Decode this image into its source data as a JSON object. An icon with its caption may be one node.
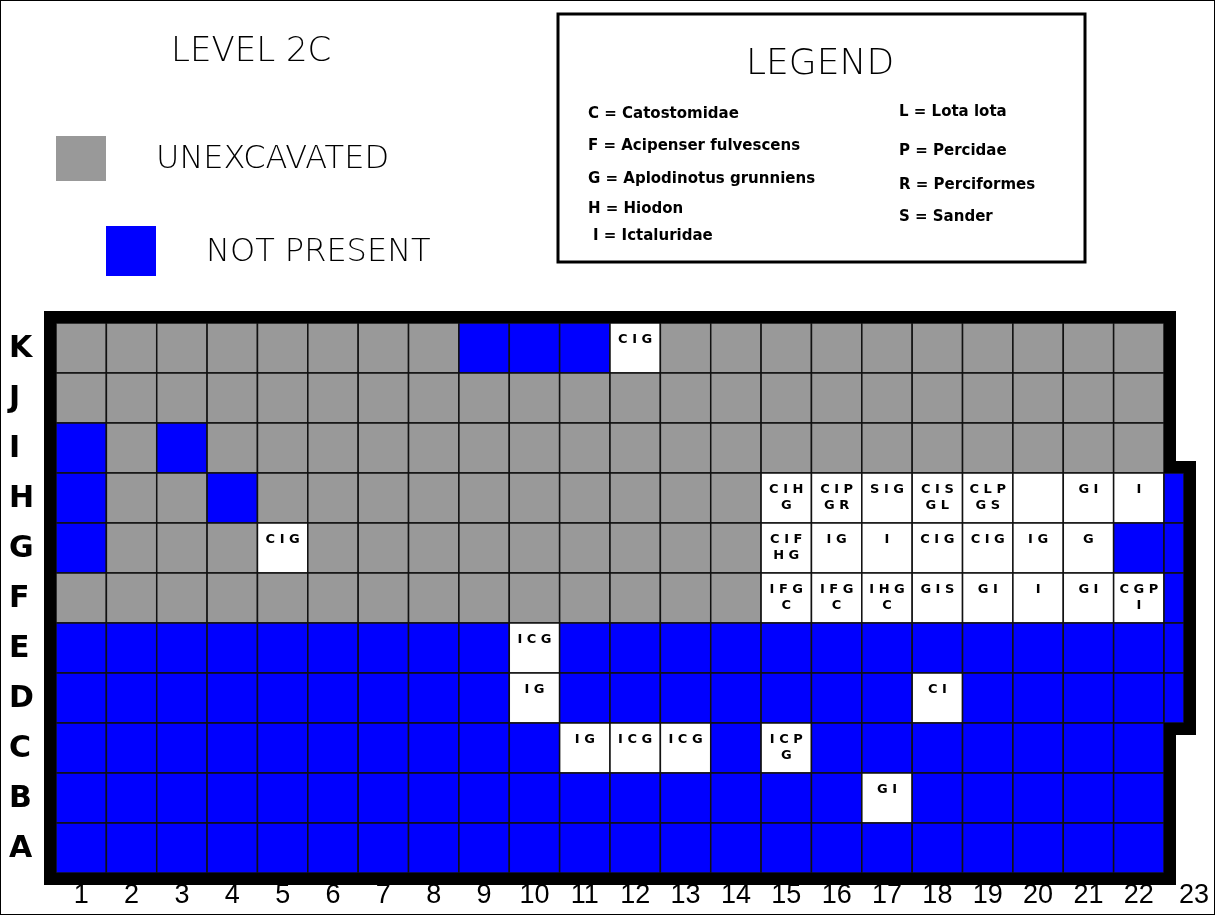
{
  "diagram": {
    "labels": [
      "LEVEL 2C",
      "LEGEND",
      "C = Catostomidae",
      "L = Lota lota",
      "F = Acipenser fulvescens",
      "P = Percidae",
      "G = Aplodinotus grunniens",
      "R = Perciformes",
      "H = Hiodon",
      "S = Sander",
      "I = Ictaluridae",
      "K",
      "C I G",
      "J",
      "I",
      "H",
      "C I H G",
      "C I P G R",
      "S I G",
      "C I S G L",
      "C L P G S",
      "G I",
      "I",
      "G",
      "C I G",
      "C I F H G",
      "I G",
      "I",
      "C I G",
      "C I G",
      "I G",
      "G",
      "F",
      "I F G C",
      "I F G C",
      "I H G C",
      "G I S",
      "G I",
      "I",
      "G I",
      "C G P I",
      "E",
      "I C G",
      "D",
      "I G",
      "C I",
      "C",
      "I G",
      "I C G",
      "I C G",
      "I C P G",
      "B",
      "G I",
      "A",
      "1",
      "2",
      "3",
      "4",
      "5",
      "6",
      "7",
      "8",
      "9",
      "10",
      "11",
      "12",
      "13",
      "14",
      "15",
      "16",
      "17",
      "18",
      "19",
      "20",
      "21",
      "22",
      "23"
    ],
    "legend": [
      {
        "text": "UNEXCAVATED",
        "color": "#999999"
      },
      {
        "text": "NOT PRESENT",
        "color": "#0000ff"
      }
    ]
  }
}
